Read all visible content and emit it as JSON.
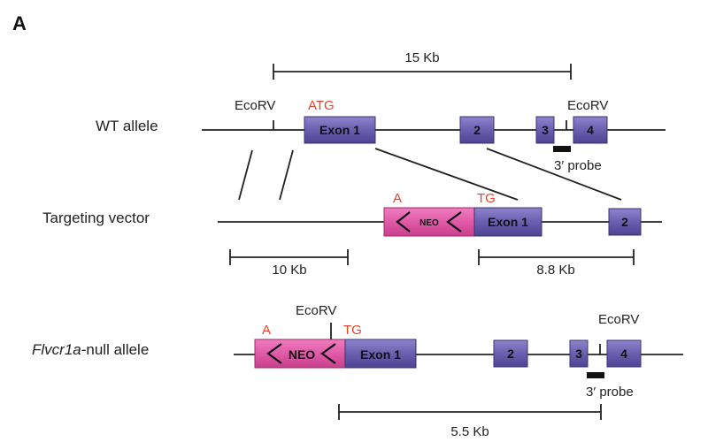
{
  "panel_label": "A",
  "rows": {
    "wt": {
      "label": "WT allele"
    },
    "vector": {
      "label": "Targeting vector"
    },
    "null": {
      "label_italic": "Flvcr1a",
      "label_rest": "-null allele"
    }
  },
  "sites": {
    "ecorv": "EcoRV",
    "atg": "ATG",
    "a": "A",
    "tg": "TG"
  },
  "exons": {
    "exon1": "Exon 1",
    "e2": "2",
    "e3": "3",
    "e4": "4"
  },
  "neo": "NEO",
  "probe": "3′ probe",
  "scales": {
    "wt": "15 Kb",
    "vector_left": "10 Kb",
    "vector_right": "8.8 Kb",
    "null": "5.5 Kb"
  },
  "colors": {
    "exon": "#6a5fb0",
    "neo": "#e05aa8",
    "site_red": "#e8402a"
  }
}
